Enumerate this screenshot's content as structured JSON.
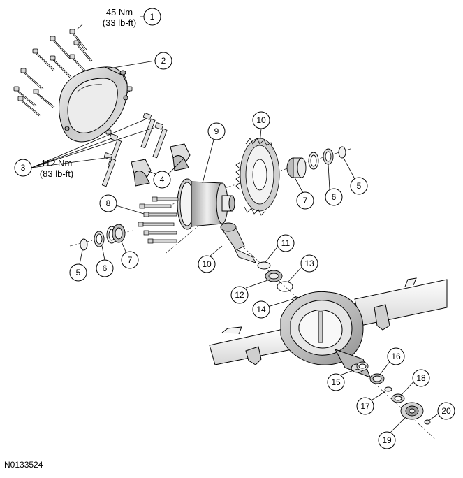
{
  "figure": {
    "reference_code": "N0133524",
    "torque_specs": {
      "cover_bolts": {
        "metric": "45 Nm",
        "imperial": "(33 lb-ft)"
      },
      "bearing_cap_bolts": {
        "metric": "112 Nm",
        "imperial": "(83 lb-ft)"
      }
    },
    "callouts": [
      {
        "id": "c1",
        "label": "1"
      },
      {
        "id": "c2",
        "label": "2"
      },
      {
        "id": "c3",
        "label": "3"
      },
      {
        "id": "c4",
        "label": "4"
      },
      {
        "id": "c5a",
        "label": "5"
      },
      {
        "id": "c5b",
        "label": "5"
      },
      {
        "id": "c6a",
        "label": "6"
      },
      {
        "id": "c6b",
        "label": "6"
      },
      {
        "id": "c7a",
        "label": "7"
      },
      {
        "id": "c7b",
        "label": "7"
      },
      {
        "id": "c8",
        "label": "8"
      },
      {
        "id": "c9",
        "label": "9"
      },
      {
        "id": "c10a",
        "label": "10"
      },
      {
        "id": "c10b",
        "label": "10"
      },
      {
        "id": "c11",
        "label": "11"
      },
      {
        "id": "c12",
        "label": "12"
      },
      {
        "id": "c13",
        "label": "13"
      },
      {
        "id": "c14",
        "label": "14"
      },
      {
        "id": "c15",
        "label": "15"
      },
      {
        "id": "c16",
        "label": "16"
      },
      {
        "id": "c17",
        "label": "17"
      },
      {
        "id": "c18",
        "label": "18"
      },
      {
        "id": "c19",
        "label": "19"
      },
      {
        "id": "c20",
        "label": "20"
      }
    ]
  }
}
